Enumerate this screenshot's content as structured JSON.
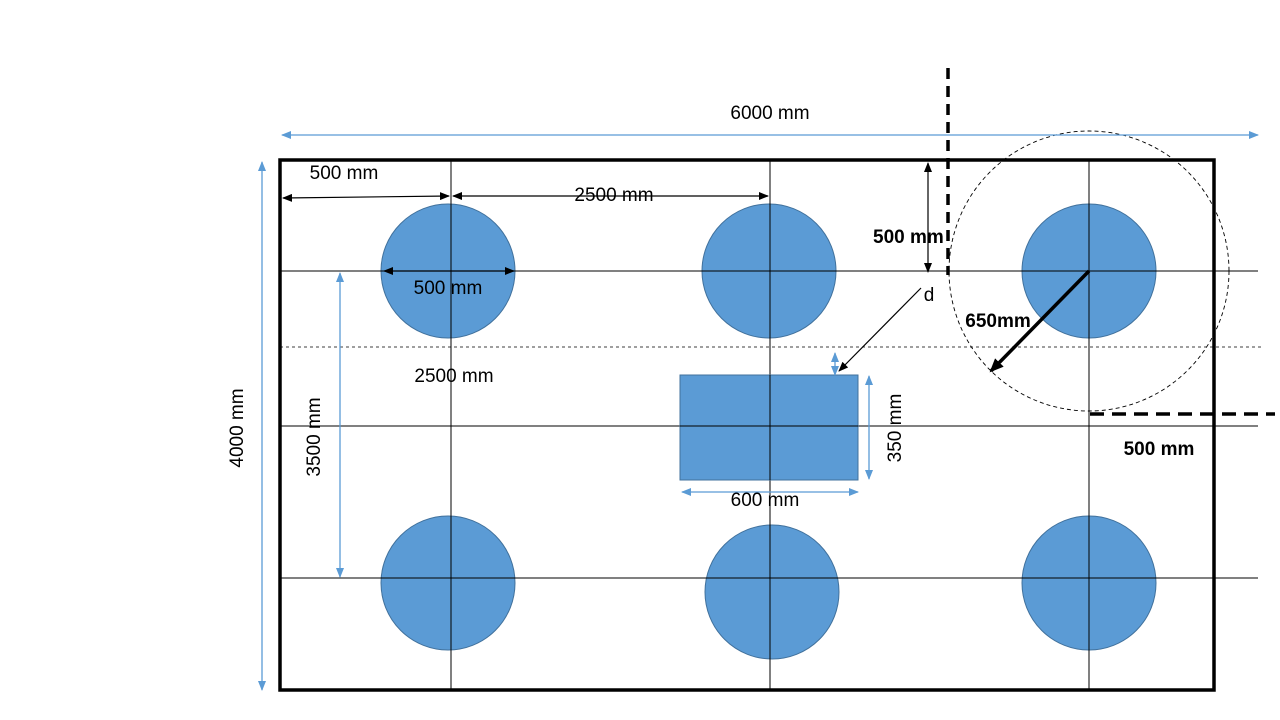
{
  "labels": {
    "total_width": "6000 mm",
    "total_height": "4000 mm",
    "edge_offset": "500 mm",
    "spacing_x": "2500 mm",
    "top_offset": "500 mm",
    "diameter": "500 mm",
    "spacing_y": "2500 mm",
    "pitch_y": "3500 mm",
    "d_marker": "d",
    "radius": "650mm",
    "rect_width": "600 mm",
    "rect_height": "350 mm",
    "right_offset": "500 mm"
  },
  "colors": {
    "fill": "#5b9bd5",
    "dimension": "#5b9bd5",
    "outline": "#000000"
  }
}
